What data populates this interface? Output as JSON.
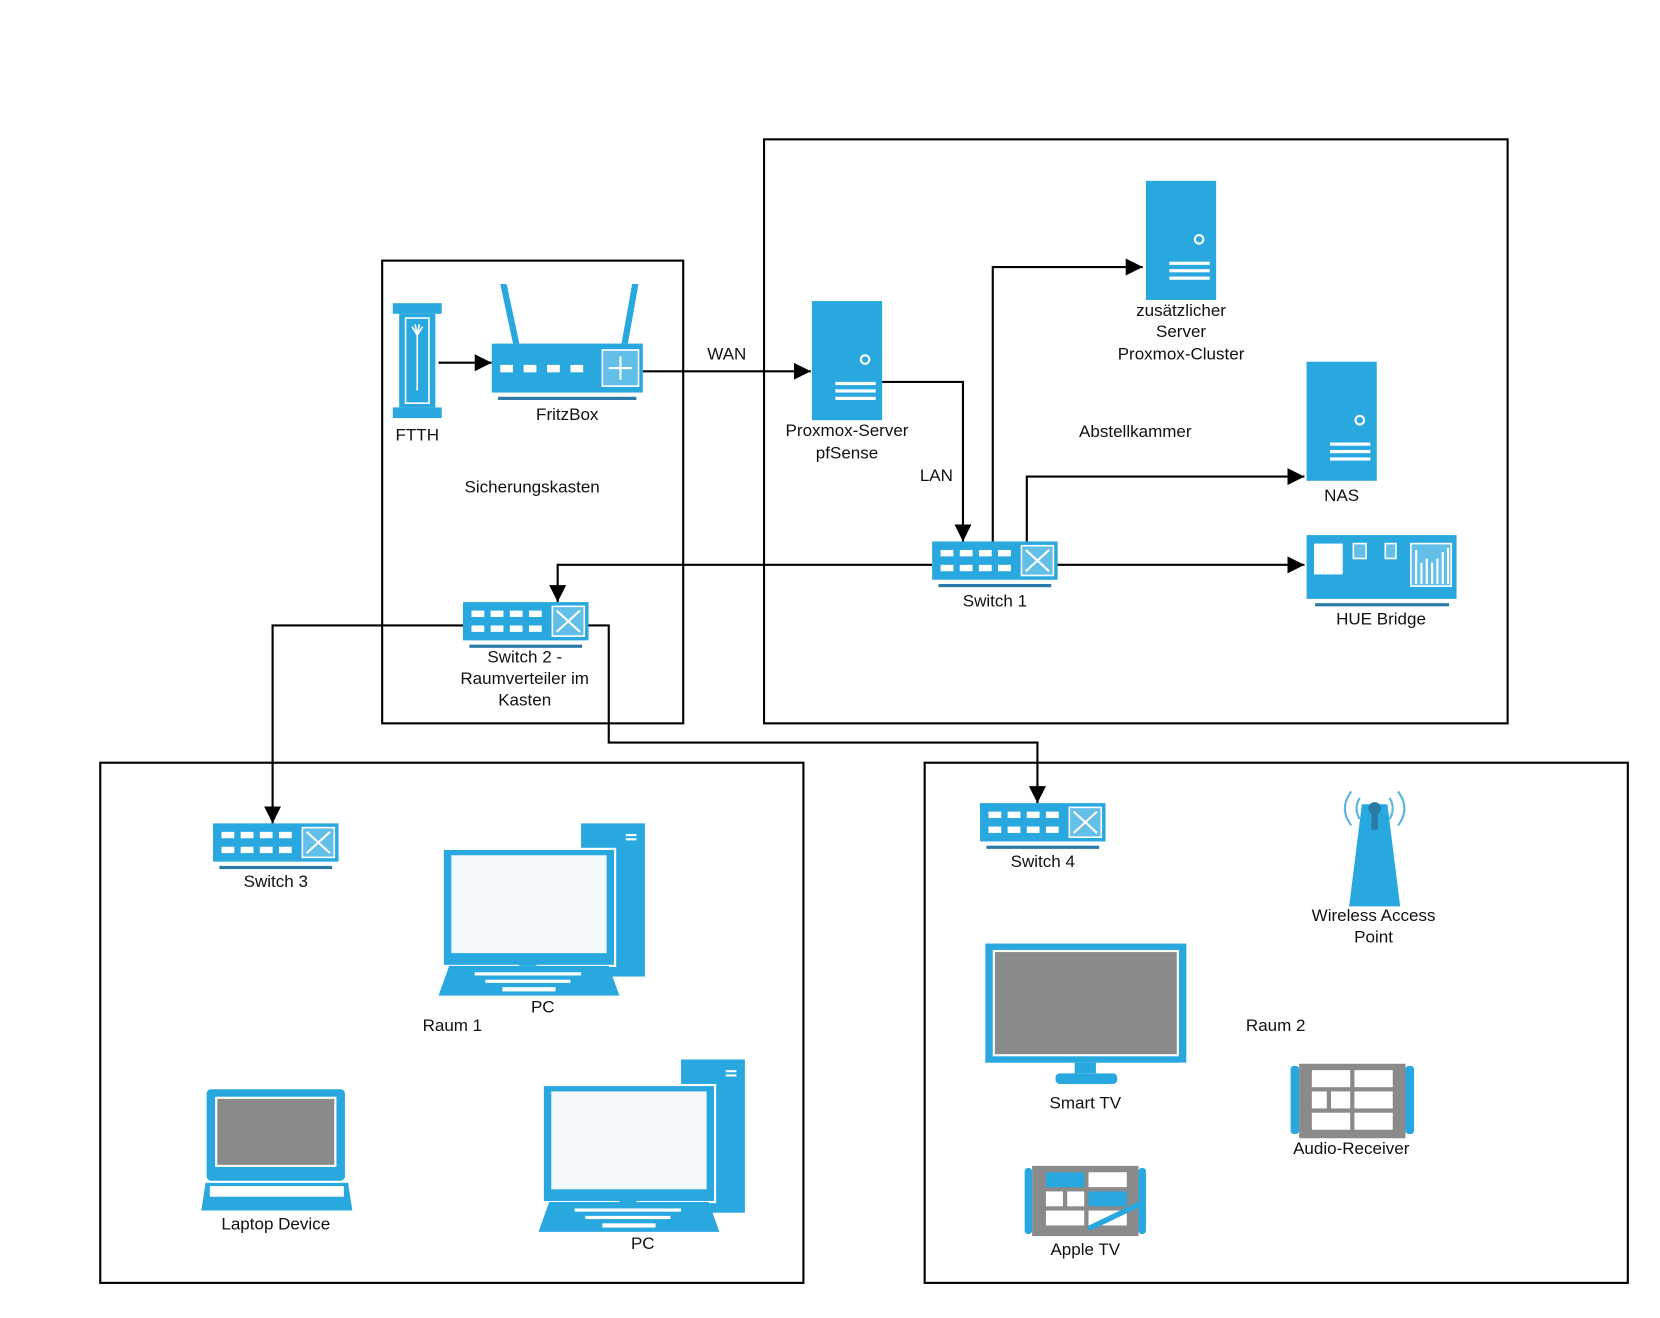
{
  "colors": {
    "device": "#29a8e0",
    "screen_gray": "#8a8a8a",
    "line": "#000000"
  },
  "areas": {
    "sicherungskasten": "Sicherungskasten",
    "abstellkammer": "Abstellkammer",
    "raum1": "Raum 1",
    "raum2": "Raum 2"
  },
  "connections": {
    "wan": "WAN",
    "lan": "LAN"
  },
  "devices": {
    "ftth": "FTTH",
    "fritzbox": "FritzBox",
    "proxmox": [
      "Proxmox-Server",
      "pfSense"
    ],
    "extra_server": [
      "zusätzlicher",
      "Server",
      "Proxmox-Cluster"
    ],
    "nas": "NAS",
    "hue": "HUE Bridge",
    "switch1": "Switch 1",
    "switch2": [
      "Switch 2 -",
      "Raumverteiler im",
      "Kasten"
    ],
    "switch3": "Switch 3",
    "switch4": "Switch 4",
    "pc1": "PC",
    "pc2": "PC",
    "laptop": "Laptop Device",
    "wap": [
      "Wireless Access",
      "Point"
    ],
    "smart_tv": "Smart TV",
    "audio_receiver": "Audio-Receiver",
    "apple_tv": "Apple TV"
  }
}
